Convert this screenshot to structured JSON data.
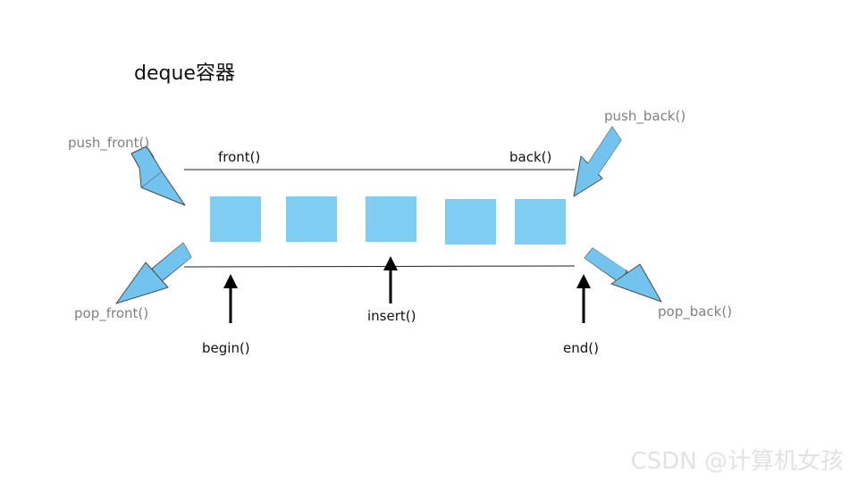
{
  "title": "deque容器",
  "labels": {
    "push_front": "push_front()",
    "push_back": "push_back()",
    "front": "front()",
    "back": "back()",
    "pop_front": "pop_front()",
    "pop_back": "pop_back()",
    "begin": "begin()",
    "insert": "insert()",
    "end": "end()"
  },
  "watermark": "CSDN @计算机女孩",
  "colors": {
    "element_fill": "#80cdf2",
    "arrow_fill": "#72c4ee",
    "arrow_stroke": "#4a4a4a",
    "line": "#222222",
    "label_dark": "#111111",
    "label_gray": "#808080"
  },
  "elements_count": 5
}
